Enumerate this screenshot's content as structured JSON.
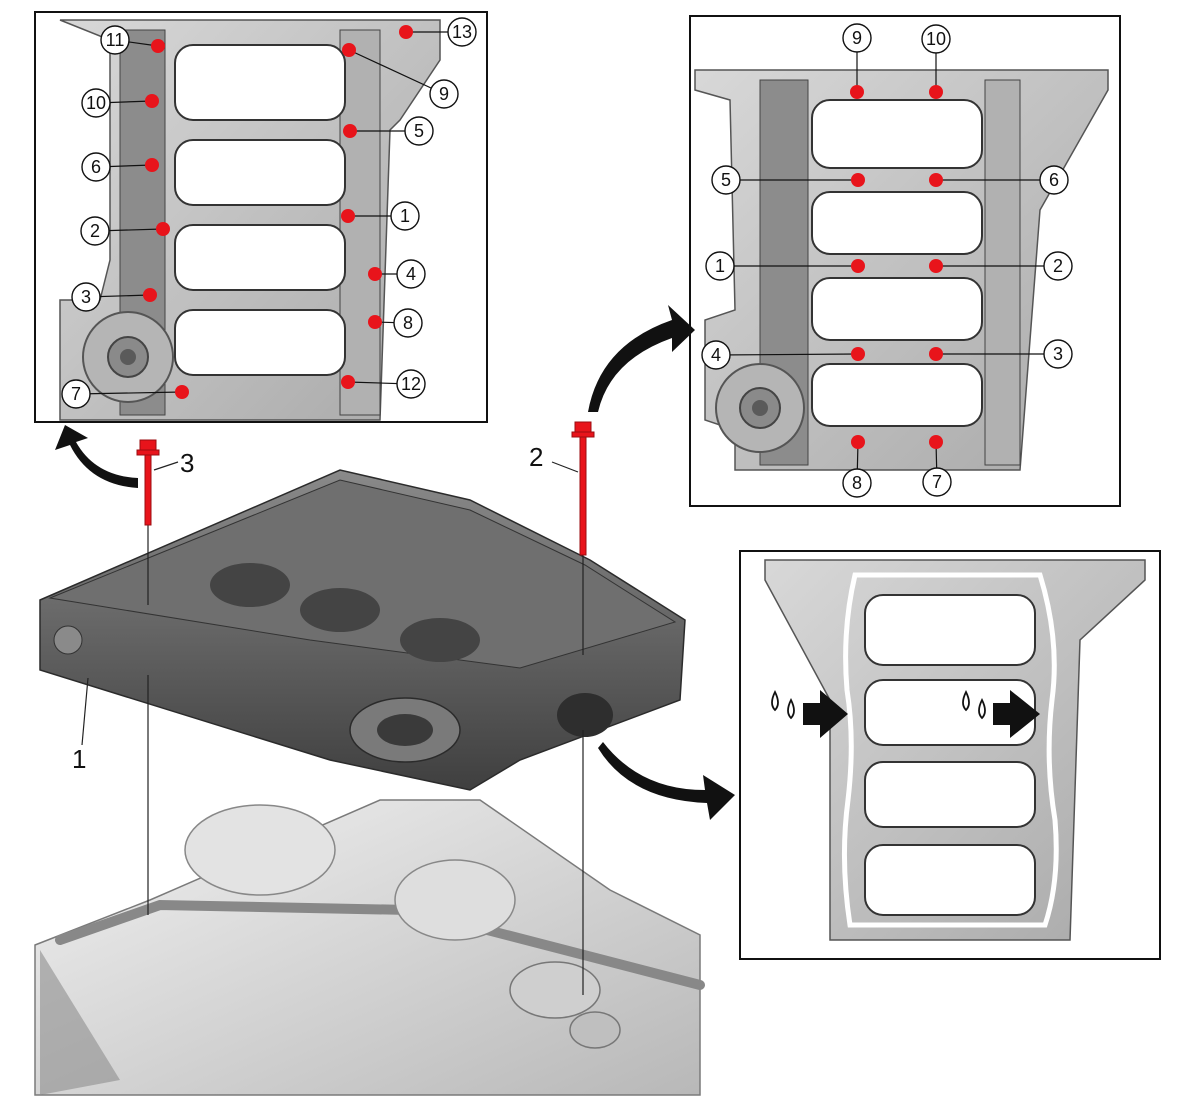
{
  "colors": {
    "bolt_red": "#e8141b",
    "casting_light": "#c9c9c9",
    "casting_mid": "#9d9d9d",
    "casting_dark": "#5e5e5e",
    "outline": "#1a1a1a"
  },
  "icons": {
    "arrow": "curved-arrow-icon",
    "drop": "sealant-drop-icon",
    "pointer": "block-arrow-icon"
  },
  "parts": {
    "ladder_frame": "1",
    "long_bolt": "2",
    "short_bolt": "3"
  },
  "panel_upper_left": {
    "callouts": [
      "1",
      "2",
      "3",
      "4",
      "5",
      "6",
      "7",
      "8",
      "9",
      "10",
      "11",
      "12",
      "13"
    ]
  },
  "panel_upper_right": {
    "callouts": [
      "1",
      "2",
      "3",
      "4",
      "5",
      "6",
      "7",
      "8",
      "9",
      "10"
    ]
  }
}
